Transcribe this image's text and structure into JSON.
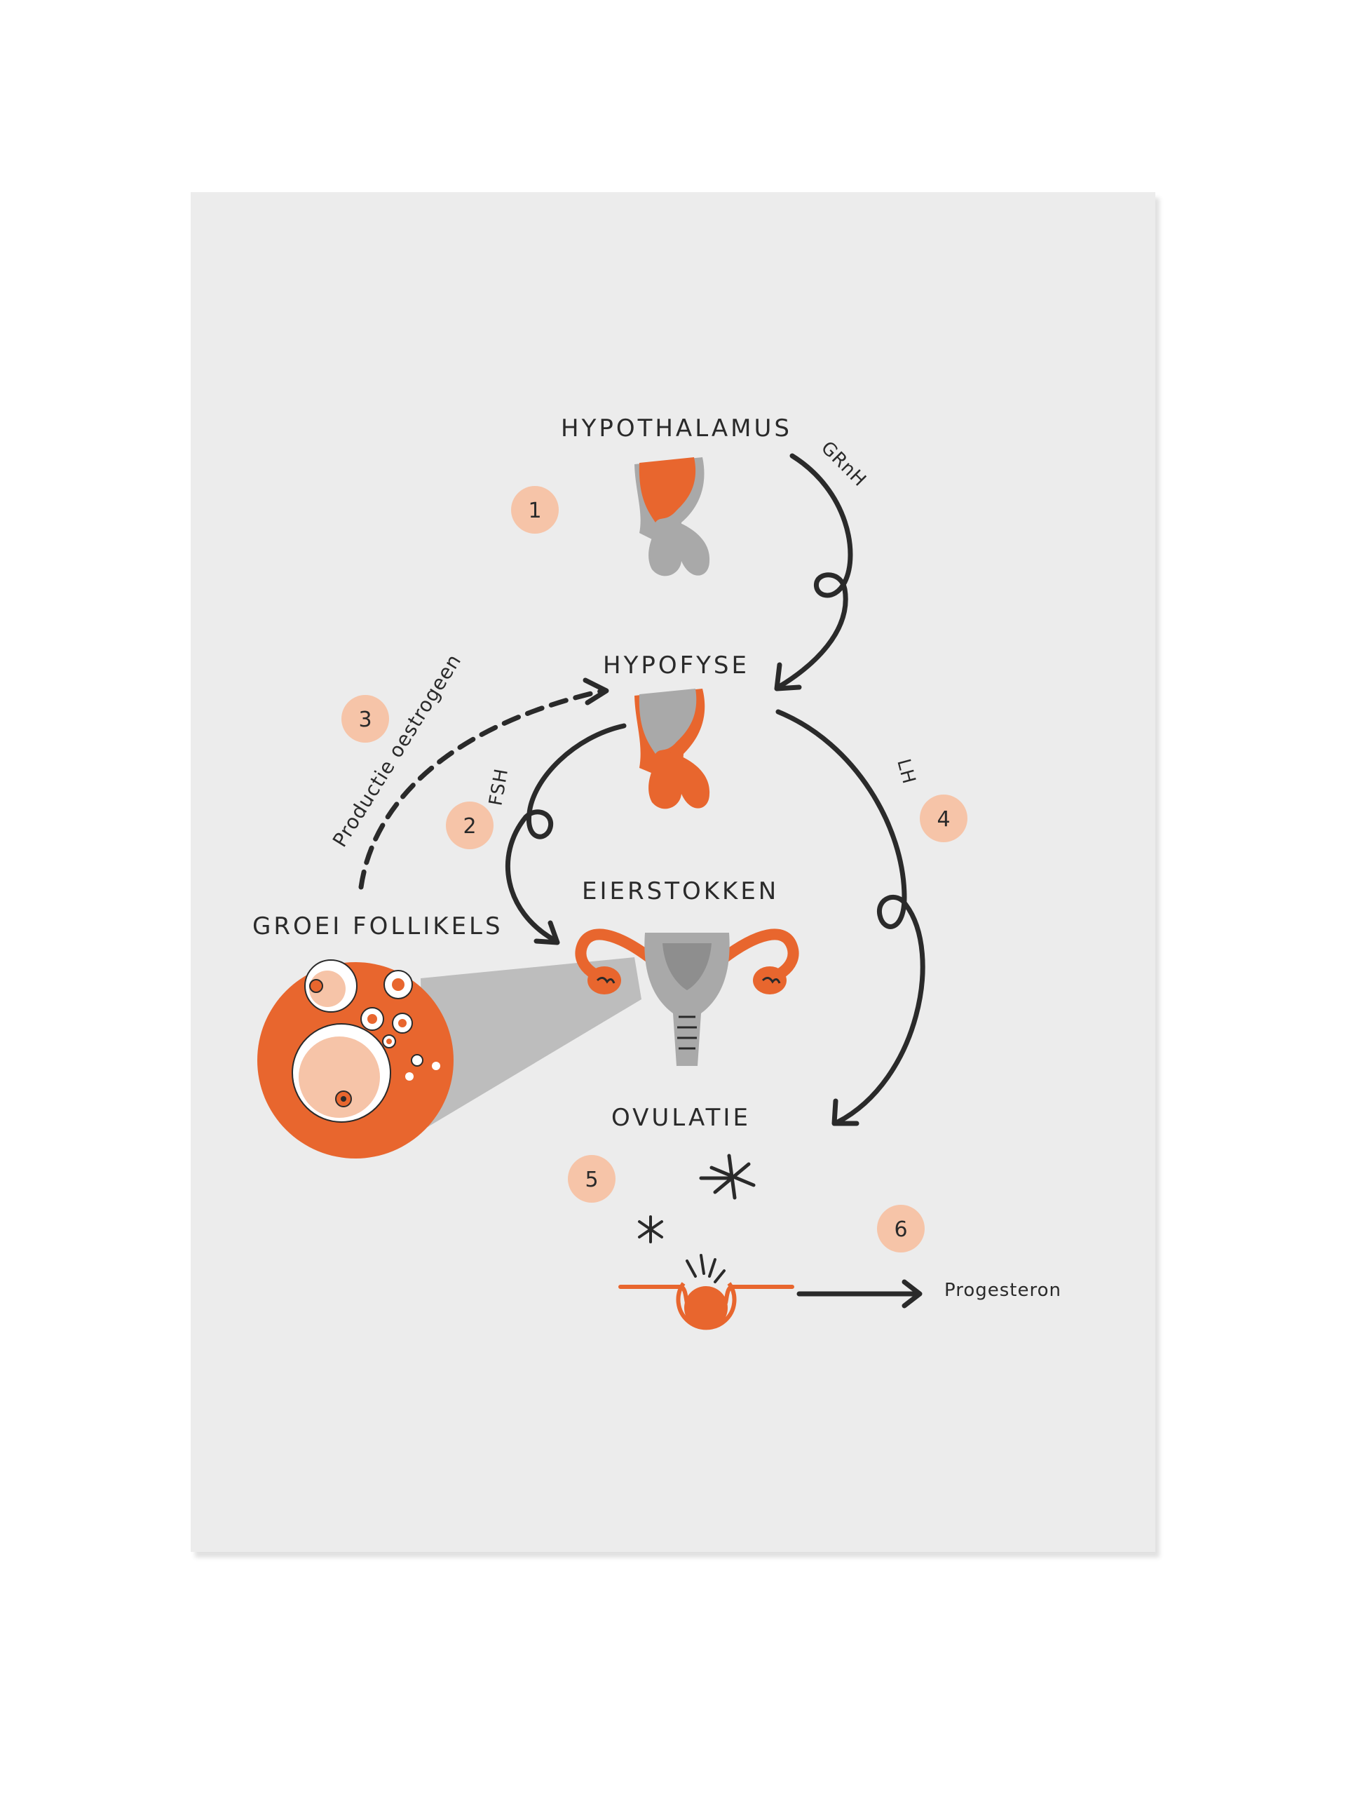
{
  "labels": {
    "hypothalamus": "HYPOTHALAMUS",
    "hypofyse": "HYPOFYSE",
    "eierstokken": "EIERSTOKKEN",
    "groei_follikels": "GROEI FOLLIKELS",
    "ovulatie": "OVULATIE"
  },
  "hormones": {
    "grnh": "GRnH",
    "fsh": "FSH",
    "lh": "LH",
    "oestrogeen": "Productie oestrogeen",
    "progesteron": "Progesteron"
  },
  "steps": [
    "1",
    "2",
    "3",
    "4",
    "5",
    "6"
  ],
  "colors": {
    "accent": "#e8662e",
    "step_badge": "#f6c4a8",
    "gray": "#a9a9a9",
    "ink": "#2a2a2a",
    "paper": "#ececec"
  }
}
